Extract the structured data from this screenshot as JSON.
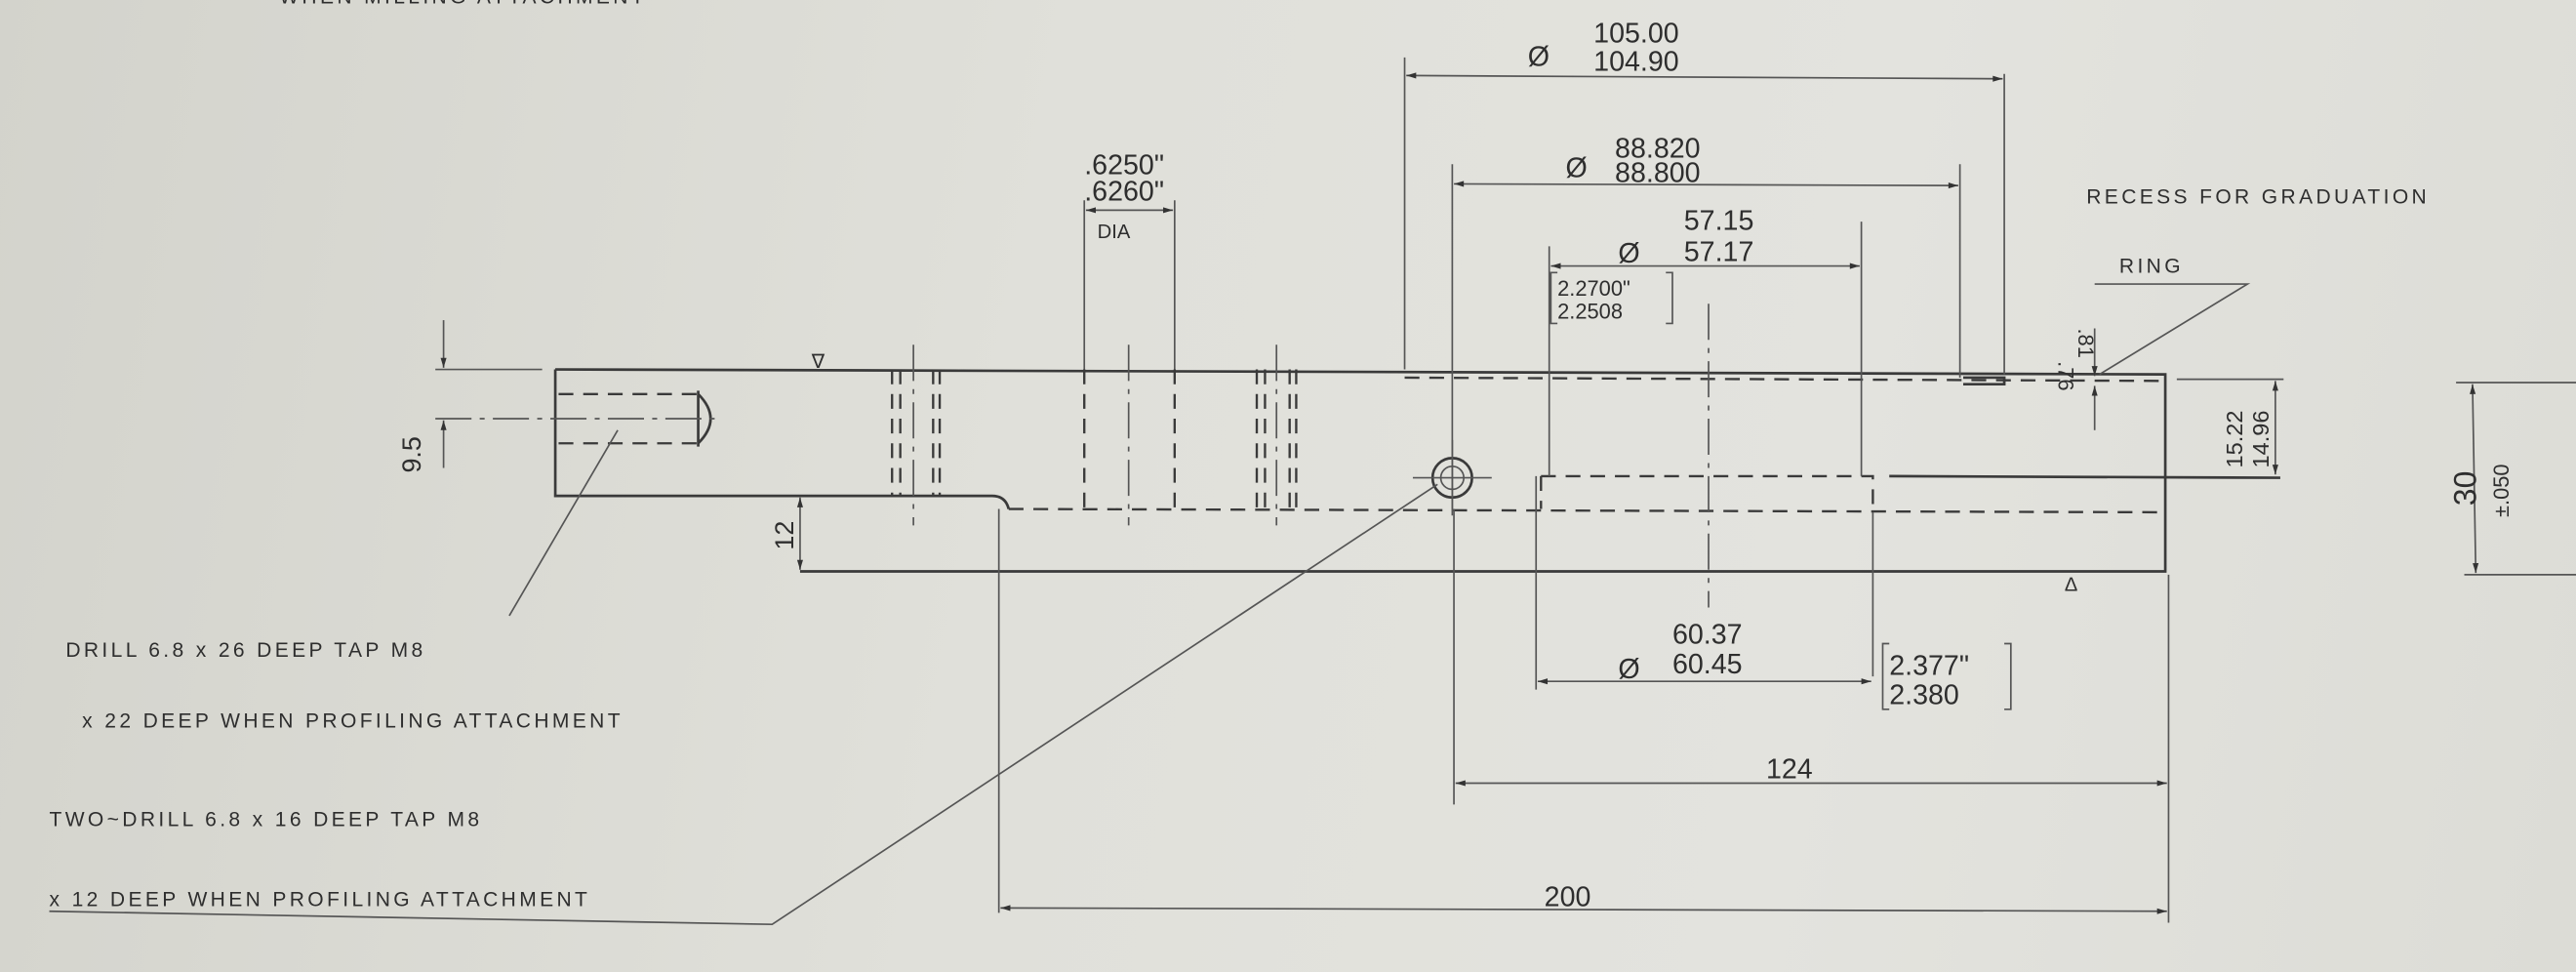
{
  "drawing": {
    "header_fragment": "WHEN MILLING ATTACHMENT",
    "dimensions": {
      "outer_dia": {
        "symbol": "Ø",
        "upper": "105.00",
        "lower": "104.90"
      },
      "recess_dia": {
        "symbol": "Ø",
        "upper": "88.820",
        "lower": "88.800"
      },
      "bore_dia": {
        "symbol": "Ø",
        "upper": "57.15",
        "lower": "57.17",
        "inch_upper": "2.2700\"",
        "inch_lower": "2.2508"
      },
      "counterbore_dia": {
        "symbol": "Ø",
        "upper": "60.37",
        "lower": "60.45",
        "inch_upper": "2.377\"",
        "inch_lower": "2.380"
      },
      "pin_dia": {
        "upper": ".6250\"",
        "lower": ".6260\"",
        "label": "DIA"
      },
      "recess_depth": {
        "upper": ".76",
        "lower": ".81"
      },
      "step_depth": {
        "upper": "15.22",
        "lower": "14.96"
      },
      "thickness": {
        "value": "30",
        "tolerance": "±.050"
      },
      "tapped_offset": "9.5",
      "step_height": "12",
      "length_124": "124",
      "length_200": "200"
    },
    "notes": {
      "recess": "RECESS FOR GRADUATION",
      "ring": "RING",
      "drill_1_line1": "DRILL 6.8 x 26 DEEP  TAP M8",
      "drill_1_line2": "x 22 DEEP  WHEN  PROFILING  ATTACHMENT",
      "drill_2_line1": "TWO~DRILL 6.8 x 16 DEEP  TAP M8",
      "drill_2_line2": "x 12 DEEP  WHEN  PROFILING  ATTACHMENT"
    },
    "surface_marks": {
      "top": "∇",
      "bottom": "∆"
    },
    "colors": {
      "paper": "#e0e0da",
      "ink": "#3a3a3a"
    }
  }
}
